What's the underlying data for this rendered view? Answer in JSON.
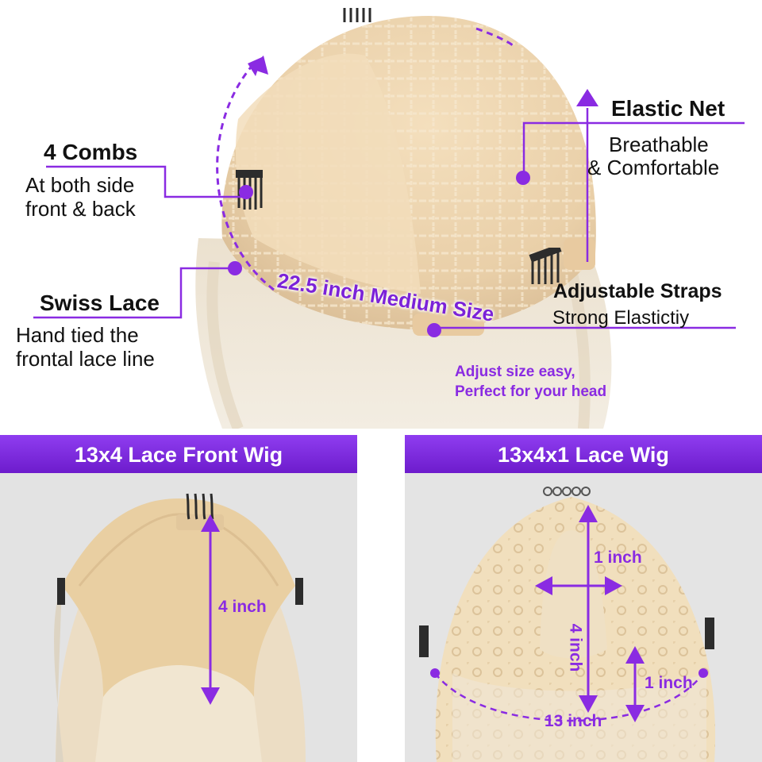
{
  "top": {
    "circumference_label": "22.5 inch Medium Size",
    "callouts": {
      "combs": {
        "title": "4 Combs",
        "lines": [
          "At both side",
          "front & back"
        ]
      },
      "swiss_lace": {
        "title": "Swiss Lace",
        "lines": [
          "Hand tied the",
          "frontal lace line"
        ]
      },
      "elastic_net": {
        "title": "Elastic Net",
        "lines": [
          "Breathable",
          "& Comfortable"
        ]
      },
      "straps": {
        "title": "Adjustable Straps",
        "lines": [
          "Strong Elastictiy"
        ]
      }
    },
    "note_lines": [
      "Adjust size easy,",
      "Perfect for your head"
    ]
  },
  "panels": [
    {
      "title": "13x4 Lace Front Wig",
      "measures": {
        "height": "4 inch"
      }
    },
    {
      "title": "13x4x1 Lace Wig",
      "measures": {
        "part_width": "1 inch",
        "part_height": "4 inch",
        "side": "1 inch",
        "front_width": "13 inch"
      }
    }
  ],
  "colors": {
    "accent": "#8a2be2",
    "header_bg": "#7b2be0",
    "wig": "#efd7b0"
  },
  "icons": [
    "comb-icon",
    "arrow-icon",
    "callout-dot-icon"
  ]
}
